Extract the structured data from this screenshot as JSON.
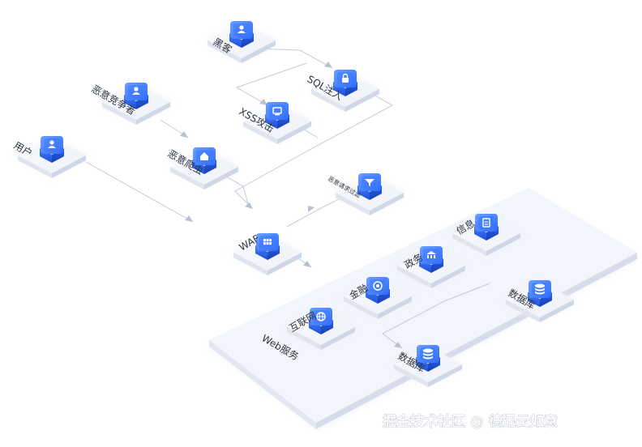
{
  "nodes": {
    "hacker": {
      "label": "黑客",
      "icon": "user-icon"
    },
    "sql_injection": {
      "label": "SQL注入",
      "icon": "lock-icon"
    },
    "malicious_competitor": {
      "label": "恶意竞争者",
      "icon": "user-lock-icon"
    },
    "xss_attack": {
      "label": "XSS攻击",
      "icon": "monitor-icon"
    },
    "user": {
      "label": "用户",
      "icon": "person-icon"
    },
    "malicious_crawler": {
      "label": "恶意爬虫",
      "icon": "house-icon"
    },
    "malicious_request_filter": {
      "label": "恶意请求过滤",
      "icon": "funnel-icon"
    },
    "waf": {
      "label": "WAF",
      "icon": "grid-icon"
    },
    "info": {
      "label": "信息",
      "icon": "document-icon"
    },
    "government": {
      "label": "政务",
      "icon": "building-icon"
    },
    "finance": {
      "label": "金融",
      "icon": "coin-icon"
    },
    "internet": {
      "label": "互联网",
      "icon": "globe-icon"
    },
    "database_right": {
      "label": "数据库",
      "icon": "database-icon"
    },
    "database_bottom": {
      "label": "数据库",
      "icon": "database-icon"
    }
  },
  "group": {
    "label": "Web服务"
  },
  "watermark": "掘金技术社区 @ 德迅云如意",
  "colors": {
    "tile_top": "#f4f6fb",
    "tile_left": "#dde3f0",
    "tile_right": "#c9d1e4",
    "icon_blue": "#2f6bff",
    "icon_dark": "#1d3fb8",
    "line": "#c3cad6"
  }
}
